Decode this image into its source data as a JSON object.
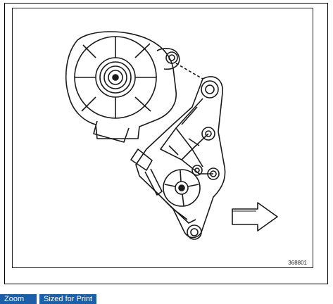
{
  "figure": {
    "id_label": "368801",
    "arrow_direction": "right",
    "line_color": "#1a1a1a"
  },
  "toolbar": {
    "zoom_label": "Zoom",
    "print_label": "Sized for Print",
    "button_color": "#1a5fa8"
  }
}
